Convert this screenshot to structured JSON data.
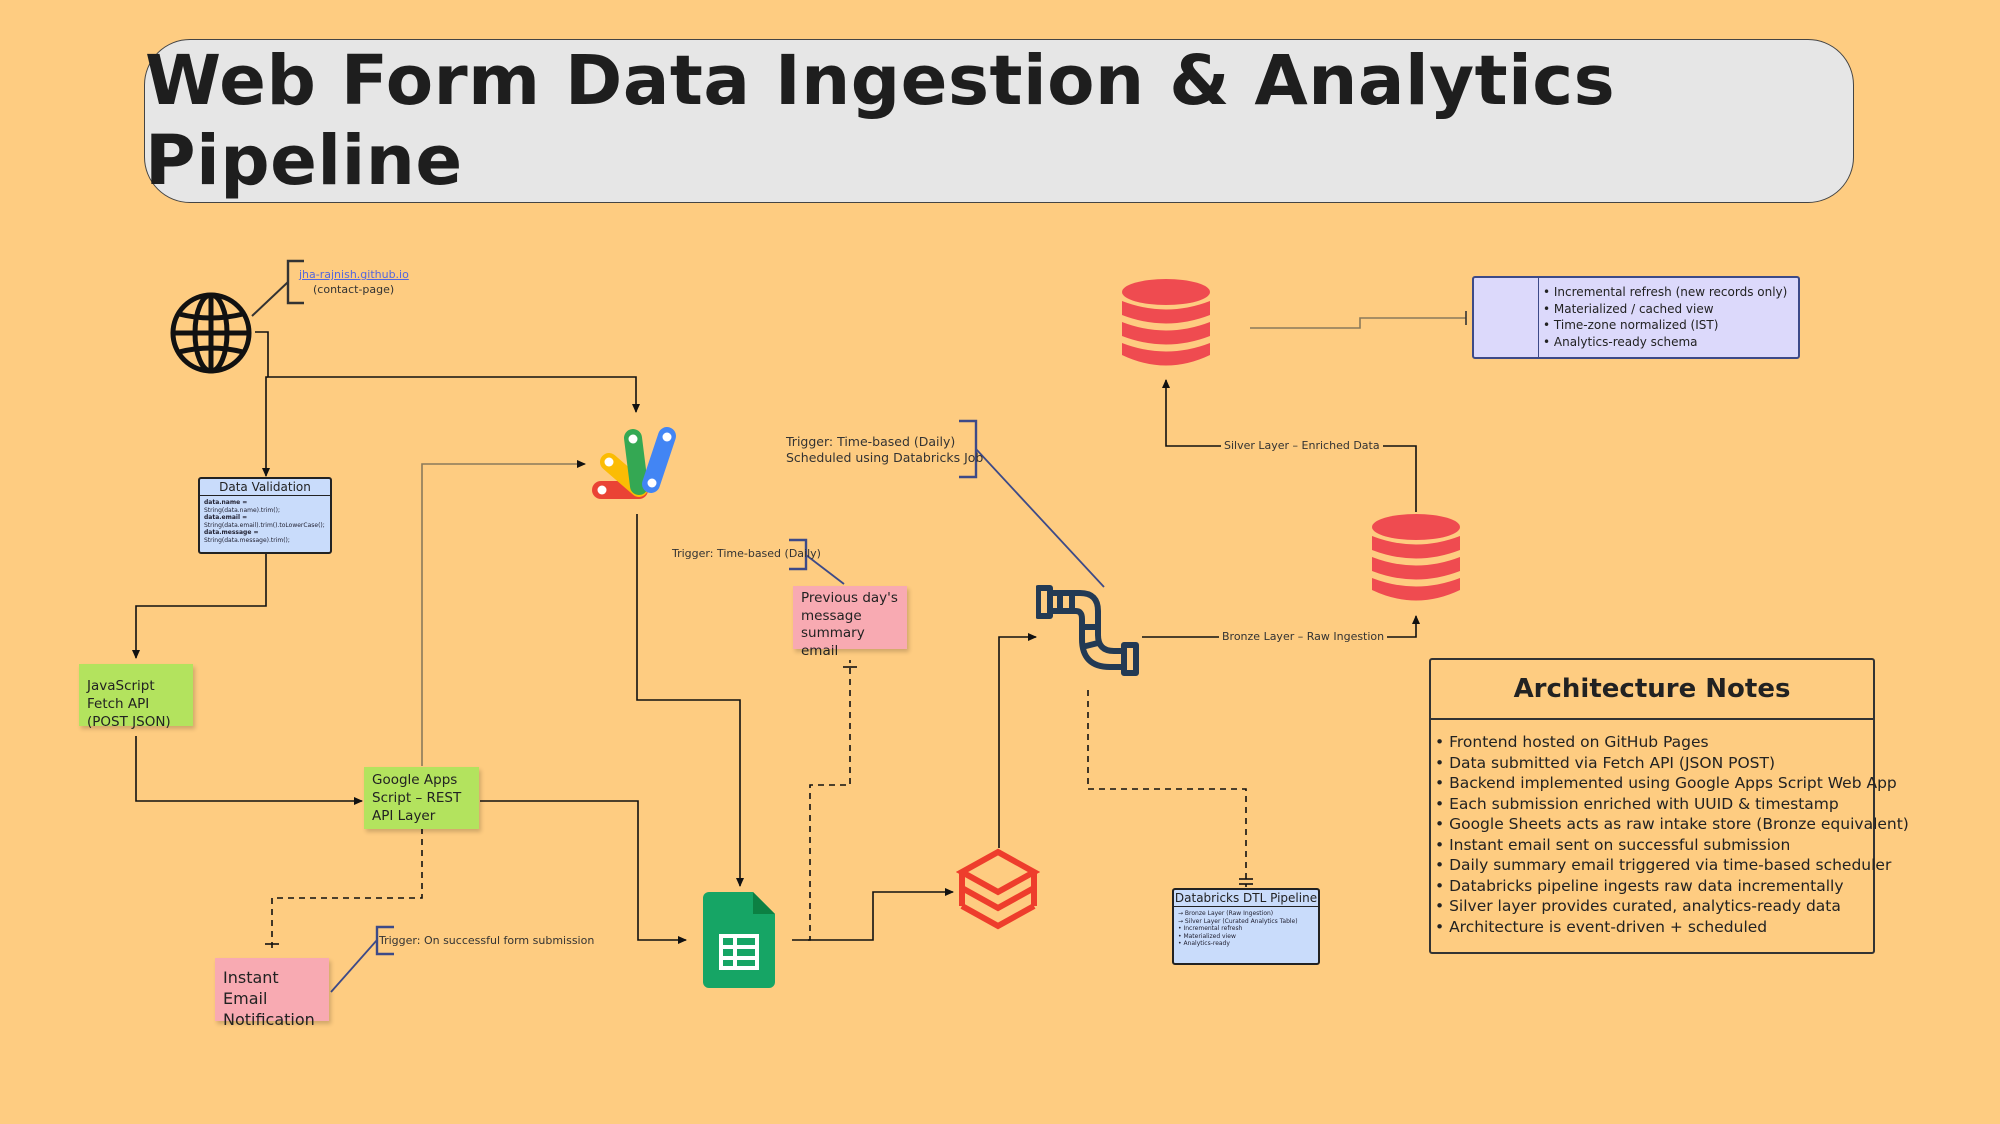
{
  "title": "Web Form Data Ingestion & Analytics Pipeline",
  "website": {
    "link": "jha-rajnish.github.io",
    "page": "(contact-page)"
  },
  "validation_card": {
    "title": "Data Validation",
    "lines": [
      {
        "text": "data.name =",
        "bold": true
      },
      {
        "text": "String(data.name).trim();",
        "bold": false
      },
      {
        "text": "data.email =",
        "bold": true
      },
      {
        "text": "String(data.email).trim().toLowerCase();",
        "bold": false
      },
      {
        "text": "data.message =",
        "bold": true
      },
      {
        "text": "String(data.message).trim();",
        "bold": false
      }
    ]
  },
  "fetch_note": "JavaScript Fetch API (POST JSON)",
  "apps_script_note": "Google Apps Script – REST API Layer",
  "instant_email_note": "Instant Email Notification",
  "instant_trigger": "Trigger: On successful form submission",
  "daily_trigger": "Trigger: Time-based (Daily)",
  "summary_email_note": "Previous day's message summary email",
  "databricks_trigger": {
    "line1": "Trigger: Time-based (Daily)",
    "line2": "Scheduled using Databricks Job"
  },
  "bronze_label": "Bronze Layer – Raw Ingestion",
  "silver_label": "Silver Layer – Enriched Data",
  "dtl_card": {
    "title": "Databricks DTL Pipeline",
    "lines": [
      "→ Bronze Layer (Raw Ingestion)",
      "→ Silver Layer (Curated Analytics Table)",
      "• Incremental refresh",
      "• Materialized view",
      "• Analytics-ready"
    ]
  },
  "silver_summary": [
    "• Incremental refresh (new records only)",
    "• Materialized / cached view",
    "• Time-zone normalized (IST)",
    "• Analytics-ready schema"
  ],
  "architecture_notes": {
    "title": "Architecture Notes",
    "items": [
      "• Frontend hosted on GitHub Pages",
      "• Data submitted via Fetch API (JSON POST)",
      "• Backend implemented using Google Apps Script Web App",
      "• Each submission enriched with UUID & timestamp",
      "• Google Sheets acts as raw intake store (Bronze equivalent)",
      "• Instant email sent on successful submission",
      "• Daily summary email triggered via time-based scheduler",
      "• Databricks pipeline ingests raw data incrementally",
      "• Silver layer provides curated, analytics-ready data",
      "• Architecture is event-driven + scheduled"
    ]
  },
  "icons": {
    "globe": "globe-icon",
    "apps_script": "google-apps-script-icon",
    "sheets": "google-sheets-icon",
    "databricks": "databricks-icon",
    "pipeline": "pipe-icon",
    "database": "database-icon"
  },
  "colors": {
    "background": "#fecc81",
    "database": "#ef4b50",
    "sheets": "#16a565",
    "databricks": "#ee3d2c",
    "pipe": "#233a54"
  }
}
